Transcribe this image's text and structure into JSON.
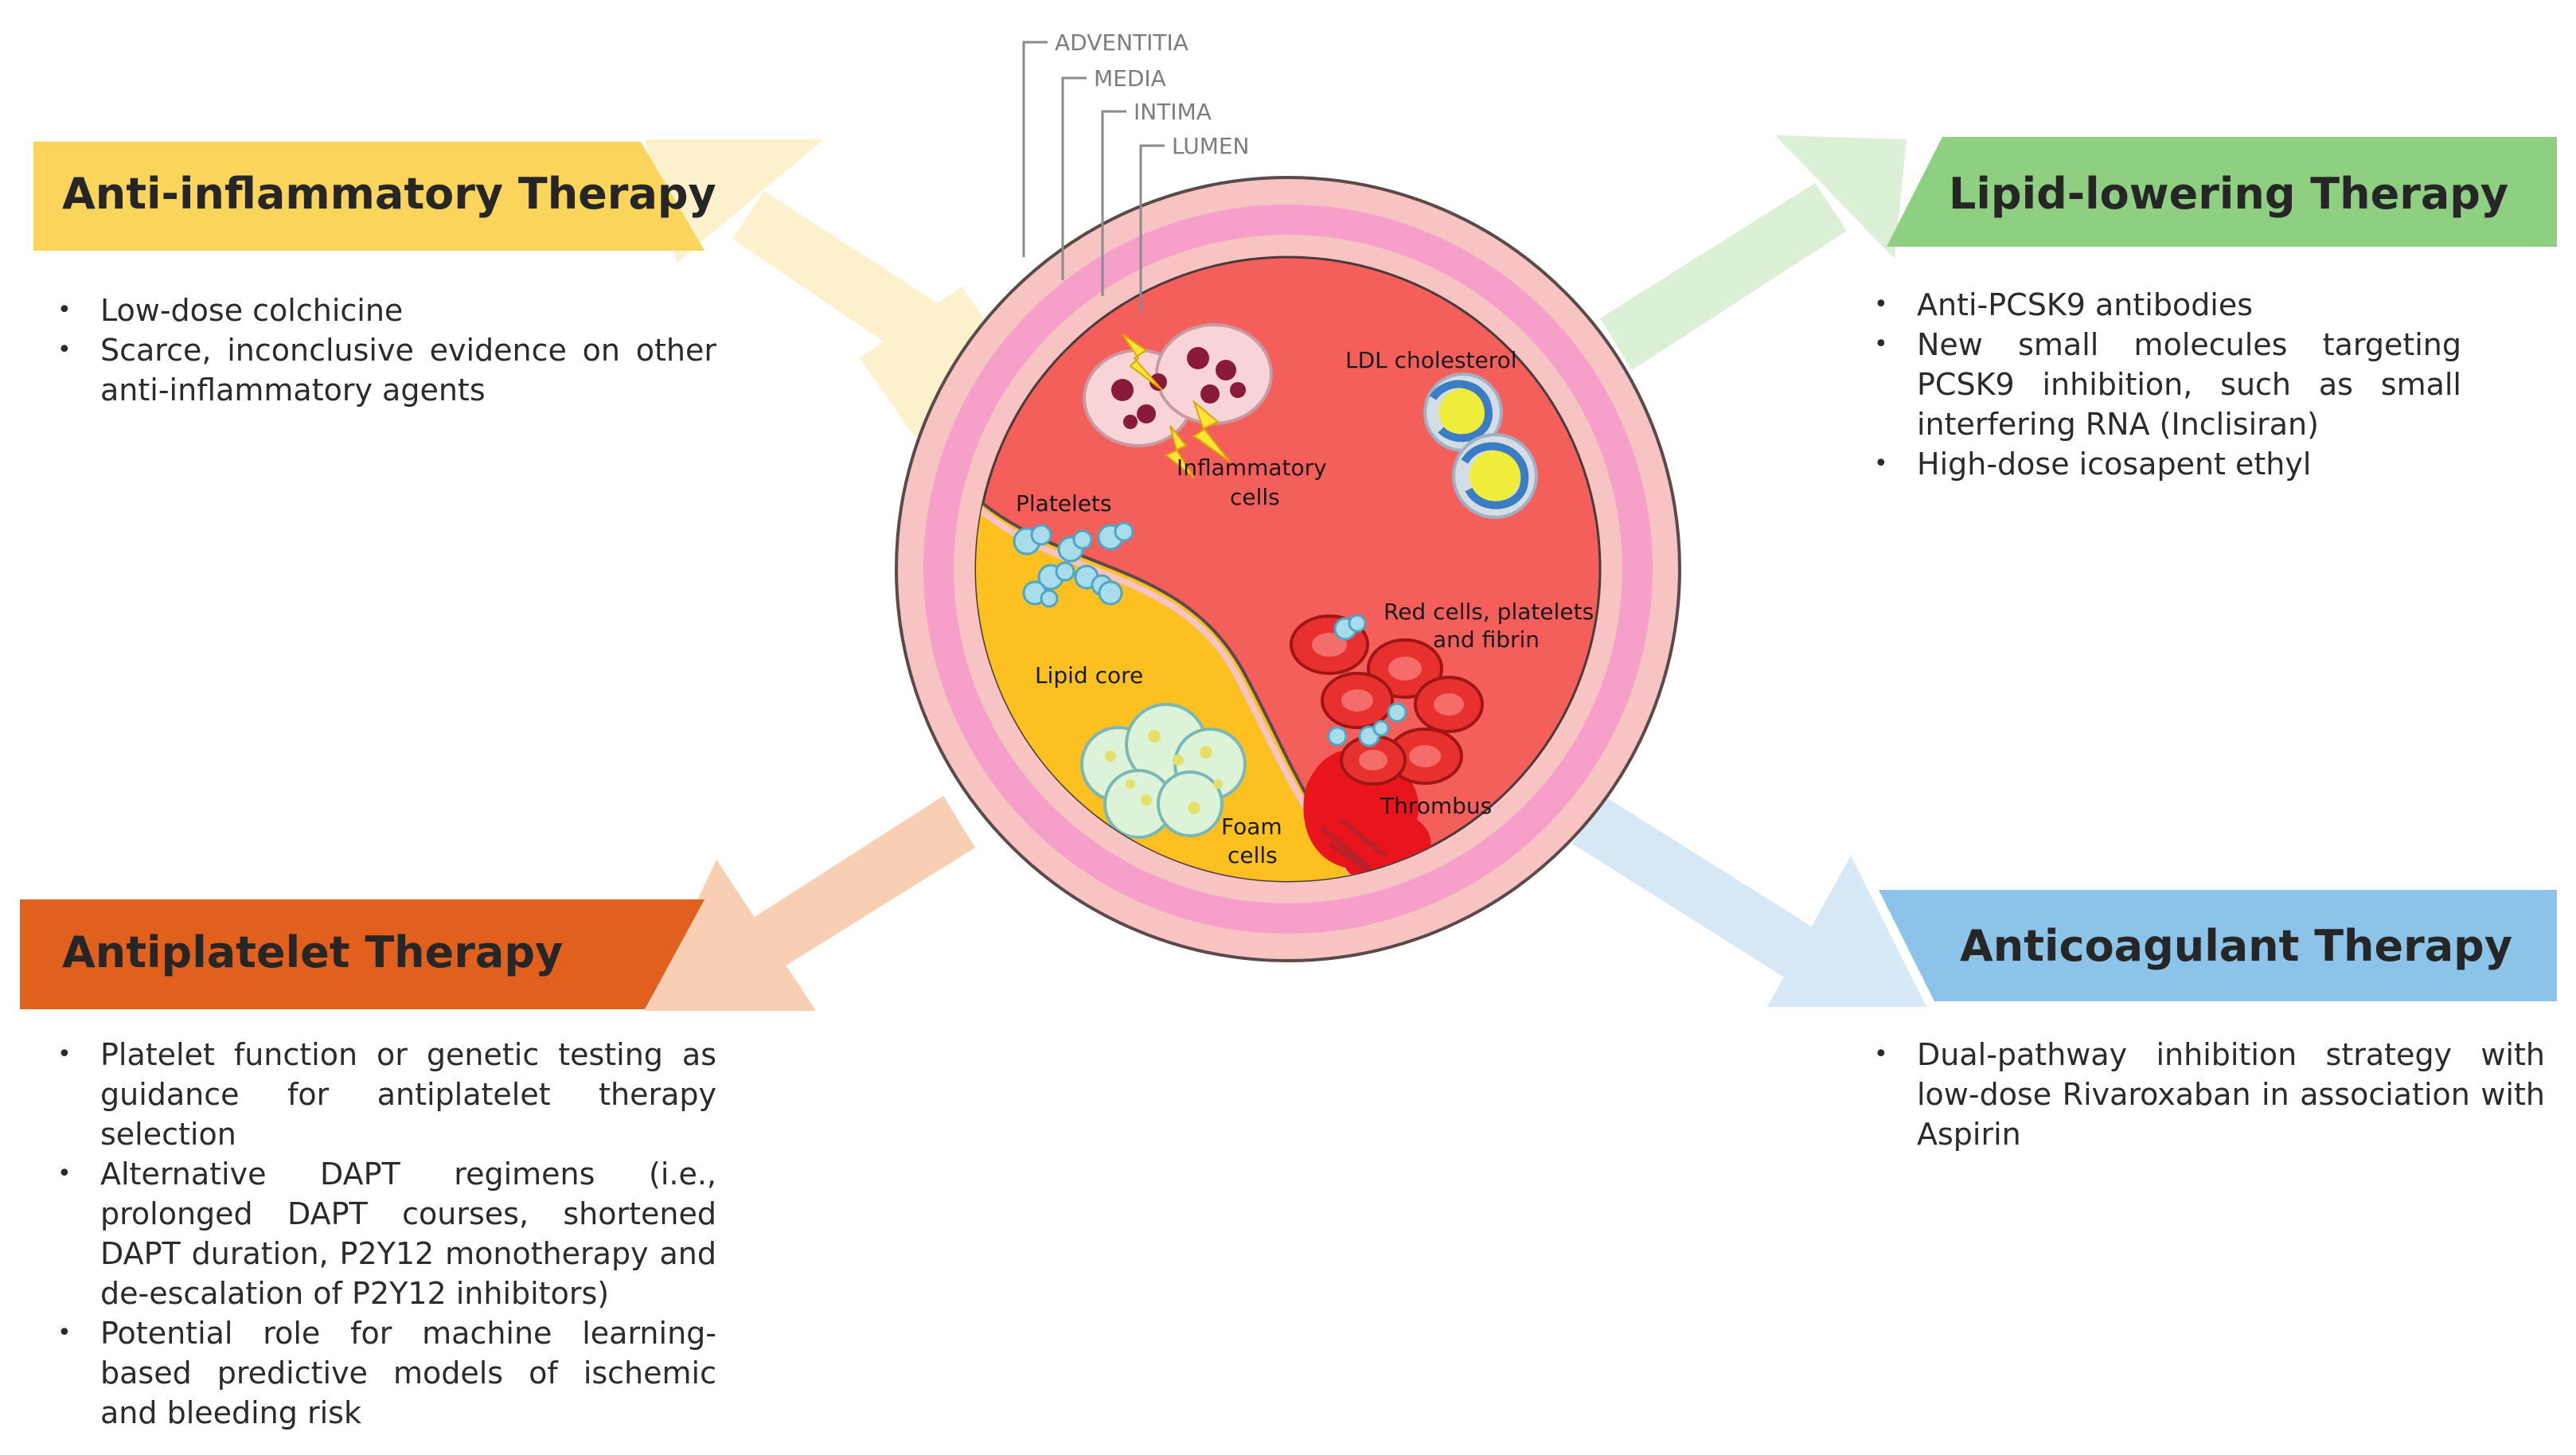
{
  "vessel_layers": [
    "ADVENTITIA",
    "MEDIA",
    "INTIMA",
    "LUMEN"
  ],
  "cell_labels": {
    "ldl": "LDL cholesterol",
    "inflammatory_1": "Inflammatory",
    "inflammatory_2": "cells",
    "platelets": "Platelets",
    "red_cells_1": "Red cells, platelets",
    "red_cells_2": "and fibrin",
    "lipid_core": "Lipid core",
    "foam_1": "Foam",
    "foam_2": "cells",
    "thrombus": "Thrombus"
  },
  "therapies": {
    "anti_inflammatory": {
      "title": "Anti-inflammatory Therapy",
      "color": "#fbd45c",
      "arrow_color": "#fdf0cd",
      "bullets": [
        "Low-dose colchicine",
        "Scarce, inconclusive evidence on other anti-inflammatory agents"
      ]
    },
    "lipid_lowering": {
      "title": "Lipid-lowering Therapy",
      "color": "#8ecf82",
      "arrow_color": "#dcf0d5",
      "bullets": [
        "Anti-PCSK9 antibodies",
        "New small molecules targeting PCSK9 inhibition, such as small interfering RNA (Inclisiran)",
        "High-dose icosapent ethyl"
      ]
    },
    "antiplatelet": {
      "title": "Antiplatelet Therapy",
      "color": "#e2601e",
      "arrow_color": "#f9cfb3",
      "bullets": [
        "Platelet function or genetic testing as guidance for antiplatelet therapy selection",
        "Alternative DAPT regimens (i.e., prolonged DAPT courses, shortened DAPT duration, P2Y12 monotherapy and de-escalation of P2Y12 inhibitors)",
        "Potential role for machine learning-based predictive models of ischemic and bleeding risk"
      ]
    },
    "anticoagulant": {
      "title": "Anticoagulant Therapy",
      "color": "#8cc3e8",
      "arrow_color": "#d6e8f5",
      "bullets": [
        "Dual-pathway inhibition strategy with low-dose Rivaroxaban in association with Aspirin"
      ]
    }
  },
  "bullet_glyph": "•"
}
